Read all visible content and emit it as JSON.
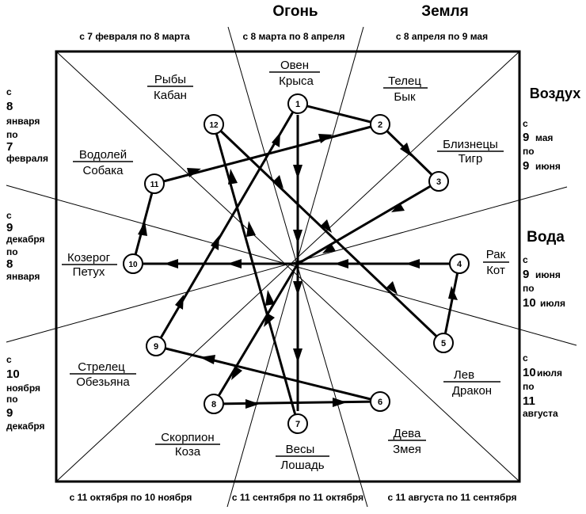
{
  "elements": {
    "fire": "Огонь",
    "earth": "Земля",
    "air": "Воздух",
    "water": "Вода"
  },
  "periods": {
    "top_left": "с 7 февраля по 8 марта",
    "top_center": "с 8 марта по 8 апреля",
    "top_right": "с 8 апреля по 9 мая",
    "bottom_left": "с 11 октября по 10 ноября",
    "bottom_center": "с 11 сентября по 11 октября",
    "bottom_right": "с 11 августа по 11 сентября",
    "left_upper": [
      "с",
      "8",
      "января",
      "по",
      "7",
      "февраля"
    ],
    "left_middle": [
      "с",
      "9",
      "декабря",
      "по",
      "8",
      "января"
    ],
    "left_lower": [
      "с",
      "10",
      "ноября",
      "по",
      "9",
      "декабря"
    ],
    "right_upper": [
      "с",
      "9",
      "мая",
      "по",
      "9",
      "июня"
    ],
    "right_middle": [
      "с",
      "9",
      "июня",
      "по",
      "10",
      "июля"
    ],
    "right_lower": [
      "с",
      "10",
      "июля",
      "по",
      "11",
      "августа"
    ]
  },
  "signs": [
    {
      "id": "aries",
      "zodiac": "Овен",
      "animal": "Крыса"
    },
    {
      "id": "taurus",
      "zodiac": "Телец",
      "animal": "Бык"
    },
    {
      "id": "gemini",
      "zodiac": "Близнецы",
      "animal": "Тигр"
    },
    {
      "id": "cancer",
      "zodiac": "Рак",
      "animal": "Кот"
    },
    {
      "id": "leo",
      "zodiac": "Лев",
      "animal": "Дракон"
    },
    {
      "id": "virgo",
      "zodiac": "Дева",
      "animal": "Змея"
    },
    {
      "id": "libra",
      "zodiac": "Весы",
      "animal": "Лошадь"
    },
    {
      "id": "scorpio",
      "zodiac": "Скорпион",
      "animal": "Коза"
    },
    {
      "id": "sagittarius",
      "zodiac": "Стрелец",
      "animal": "Обезьяна"
    },
    {
      "id": "capricorn",
      "zodiac": "Козерог",
      "animal": "Петух"
    },
    {
      "id": "aquarius",
      "zodiac": "Водолей",
      "animal": "Собака"
    },
    {
      "id": "pisces",
      "zodiac": "Рыбы",
      "animal": "Кабан"
    }
  ],
  "nodes": [
    "1",
    "2",
    "3",
    "4",
    "5",
    "6",
    "7",
    "8",
    "9",
    "10",
    "11",
    "12"
  ],
  "sequence": [
    1,
    2,
    3,
    4,
    5,
    6,
    7,
    8,
    9,
    10,
    11,
    12
  ]
}
